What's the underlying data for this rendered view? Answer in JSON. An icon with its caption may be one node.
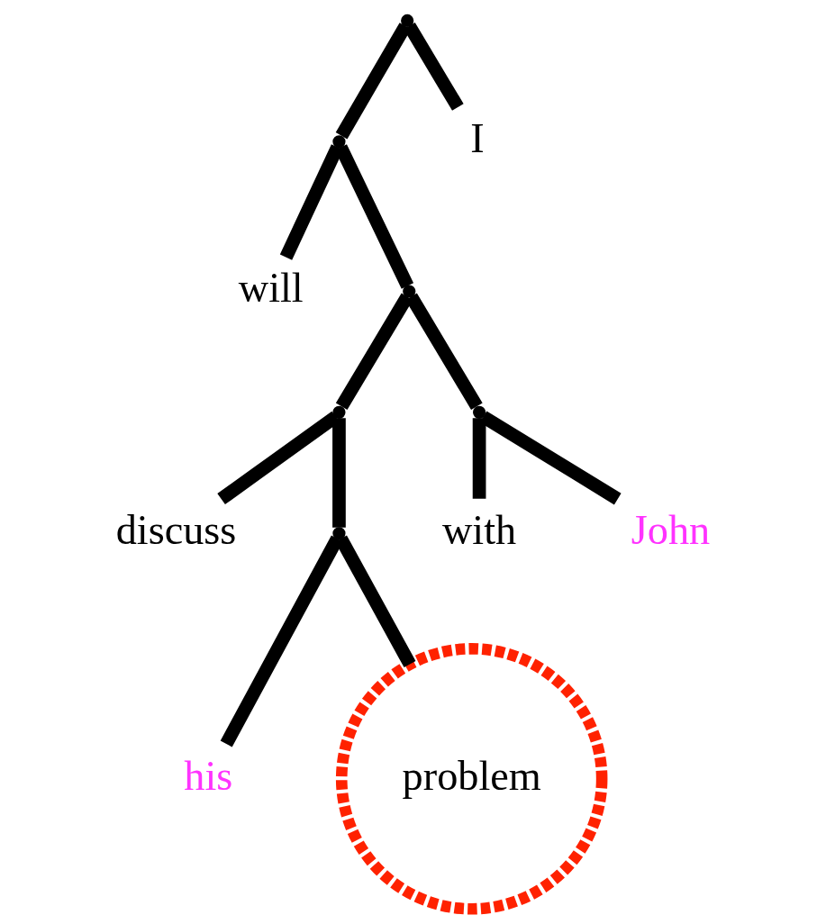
{
  "diagram": {
    "nodes": [
      {
        "text": [],
        "shape": "point"
      },
      {
        "text": [],
        "shape": "point"
      },
      {
        "text": [
          "I"
        ]
      },
      {
        "text": [
          "will"
        ]
      },
      {
        "text": [],
        "shape": "point"
      },
      {
        "text": [],
        "shape": "point"
      },
      {
        "text": [],
        "shape": "point"
      },
      {
        "text": [
          "discuss"
        ]
      },
      {
        "text": [],
        "shape": "point"
      },
      {
        "text": [
          "with"
        ]
      },
      {
        "text": [
          "John"
        ]
      },
      {
        "text": [
          "his"
        ]
      },
      {
        "text": [
          "problem"
        ]
      }
    ],
    "edges": [
      {
        "from": 0,
        "to": 2,
        "arrow": "none"
      },
      {
        "from": 0,
        "to": 1,
        "arrow": "none"
      },
      {
        "from": 1,
        "to": 3,
        "arrow": "none"
      },
      {
        "from": 1,
        "to": 4,
        "arrow": "none"
      },
      {
        "from": 4,
        "to": 5,
        "arrow": "none"
      },
      {
        "from": 4,
        "to": 6,
        "arrow": "none"
      },
      {
        "from": 5,
        "to": 7,
        "arrow": "none"
      },
      {
        "from": 5,
        "to": 8,
        "arrow": "none"
      },
      {
        "from": 6,
        "to": 9,
        "arrow": "none"
      },
      {
        "from": 6,
        "to": 10,
        "arrow": "none"
      },
      {
        "from": 8,
        "to": 11,
        "arrow": "none"
      },
      {
        "from": 8,
        "to": 12,
        "arrow": "none"
      }
    ]
  }
}
